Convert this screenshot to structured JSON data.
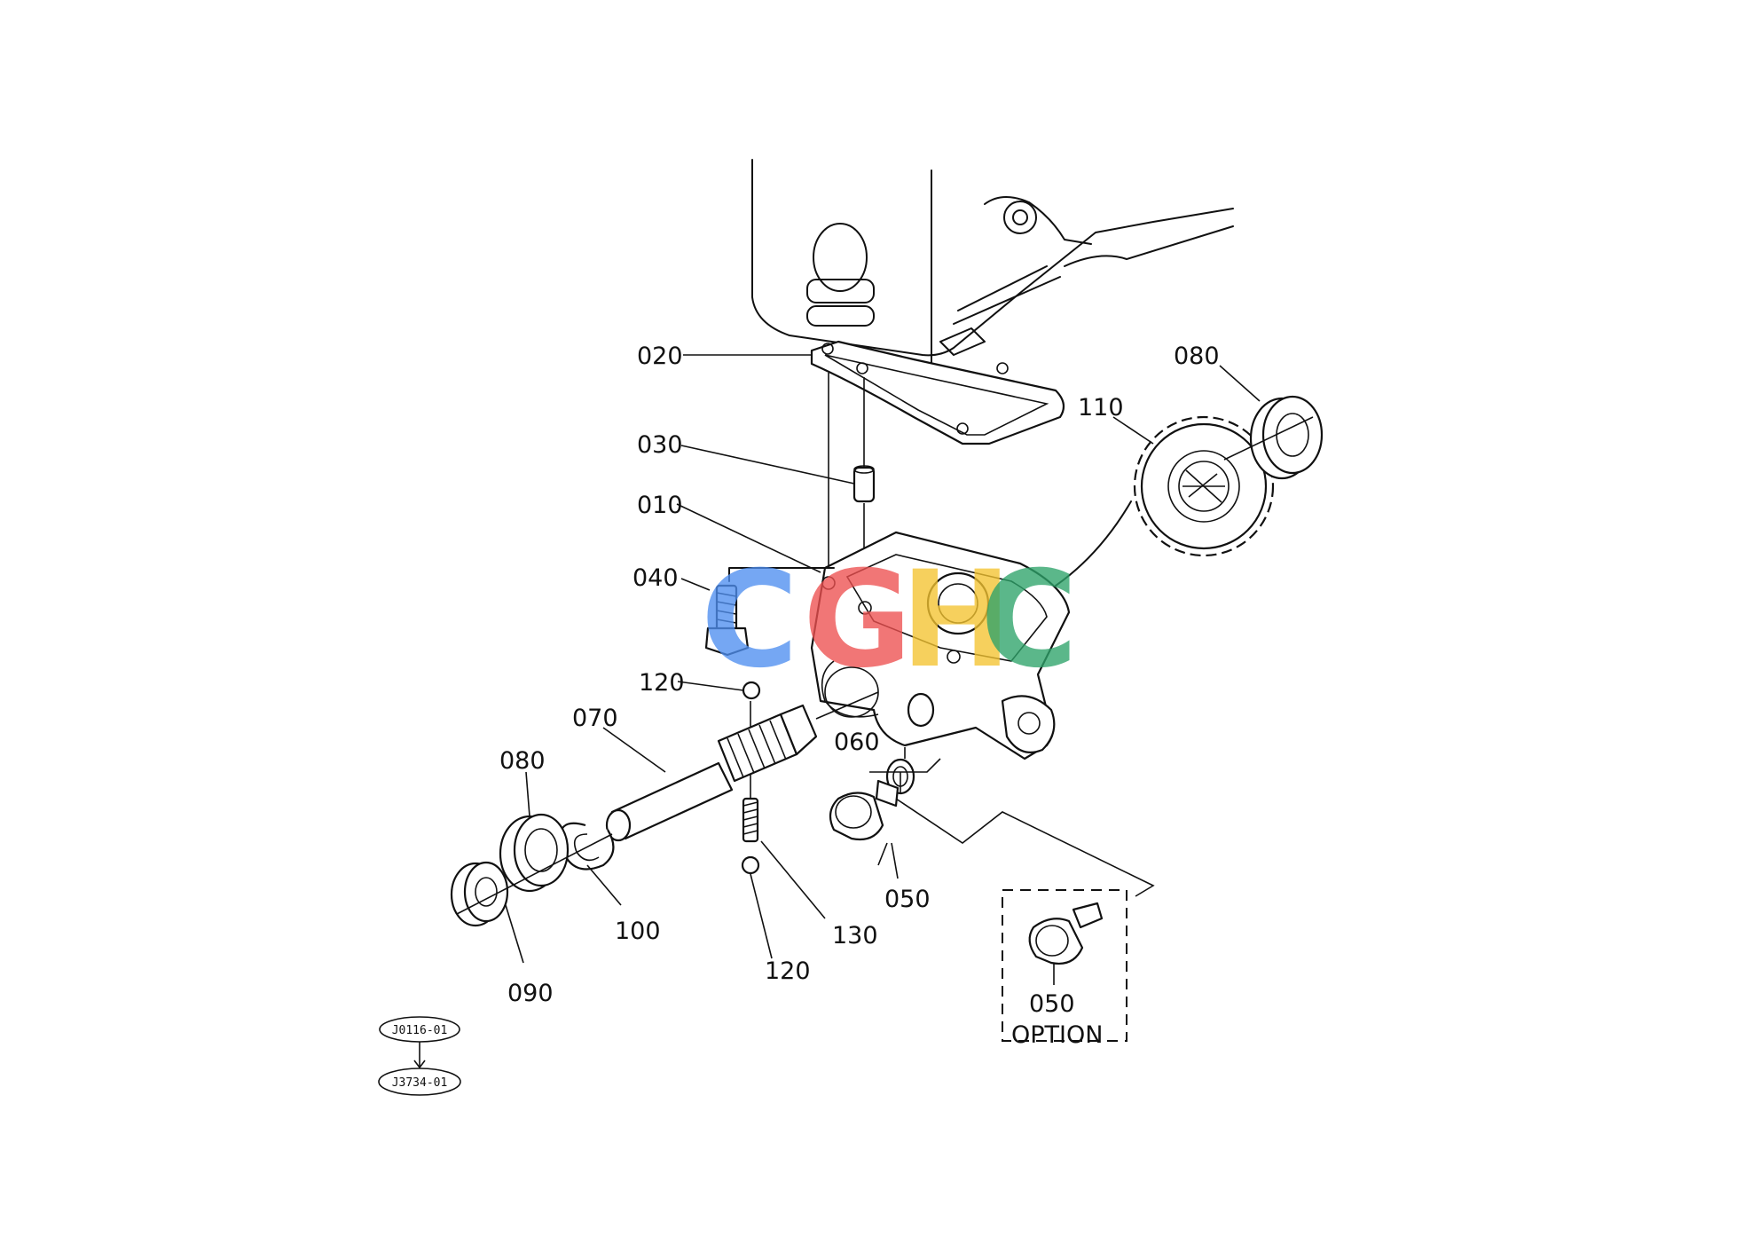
{
  "parts": {
    "p010": "010",
    "p020": "020",
    "p030": "030",
    "p040": "040",
    "p050a": "050",
    "p050b": "050",
    "p060": "060",
    "p070": "070",
    "p080a": "080",
    "p080b": "080",
    "p090": "090",
    "p100": "100",
    "p110": "110",
    "p120a": "120",
    "p120b": "120",
    "p130": "130"
  },
  "option_label": "OPTION",
  "refs": {
    "top": "J0116-01",
    "bottom": "J3734-01"
  },
  "watermark": {
    "letters": [
      "C",
      "G",
      "H",
      "C"
    ],
    "colors": [
      "#4f8ff0",
      "#ee5050",
      "#f4c430",
      "#2ea36a"
    ]
  }
}
